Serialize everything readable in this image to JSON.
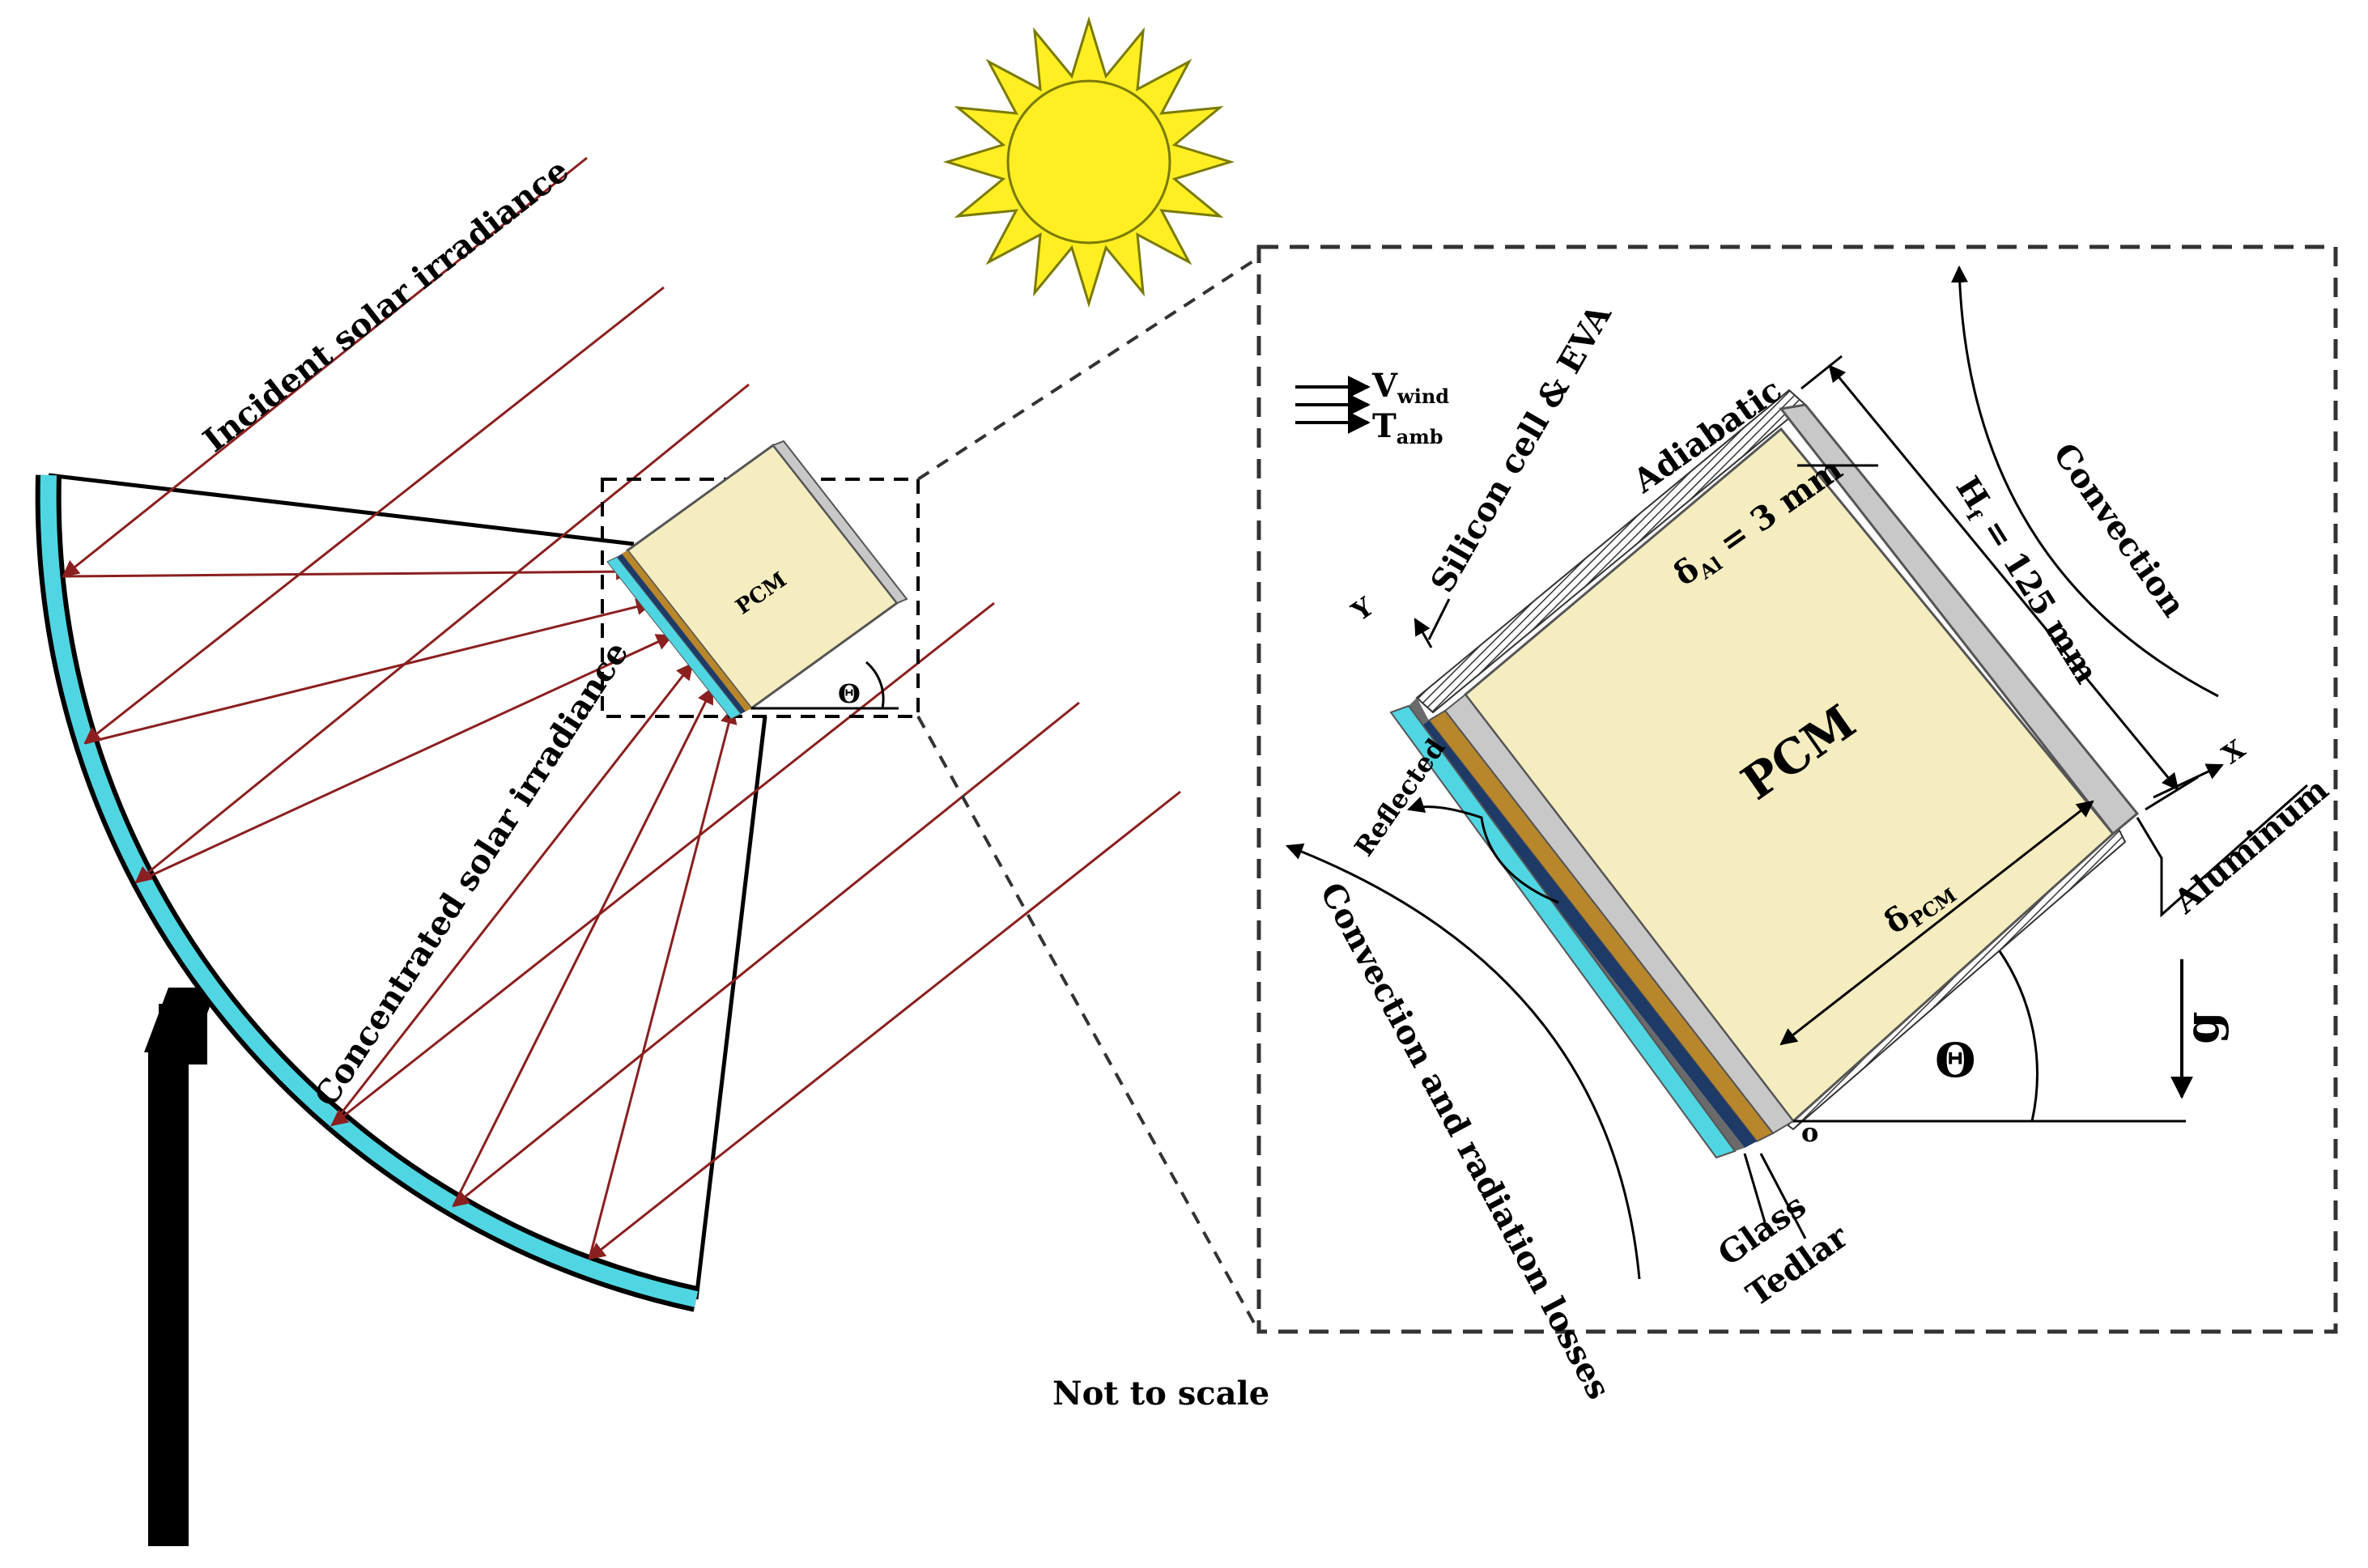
{
  "labels": {
    "incident": "Incident solar irradiance",
    "concentrated": "Concentrated solar irradiance",
    "pcm_small": "PCM",
    "theta_small": "Θ",
    "wind_v": "V",
    "wind_v_sub": "wind",
    "wind_t": "T",
    "wind_t_sub": "amb",
    "silicon": "Silicon cell & EVA",
    "adiabatic": "Adiabatic",
    "delta_al": "δ",
    "delta_al_sub": "Al",
    "delta_al_value": " = 3 mm",
    "height": "H",
    "height_sub": "f",
    "height_value": " = 125 mm",
    "convection": "Convection",
    "pcm_big": "PCM",
    "reflected": "Reflected",
    "losses": "Convection and radiation losses",
    "delta_pcm": "δ",
    "delta_pcm_sub": "PCM",
    "aluminum": "Aluminum",
    "gravity": "g",
    "theta_big": "Θ",
    "origin": "o",
    "axis_x": "X",
    "axis_y": "Y",
    "glass": "Glass",
    "tedlar": "Tedlar",
    "note": "Not to scale"
  },
  "colors": {
    "ray": "#8b1f1f",
    "mirror": "#4fd6e2",
    "pcm_fill": "#f5edc0",
    "sun": "#ffee22",
    "aluminum": "#c8c8c8",
    "eva": "#b8862b",
    "silicon": "#1e3a66"
  },
  "icons": {
    "sun": "sun-icon"
  }
}
